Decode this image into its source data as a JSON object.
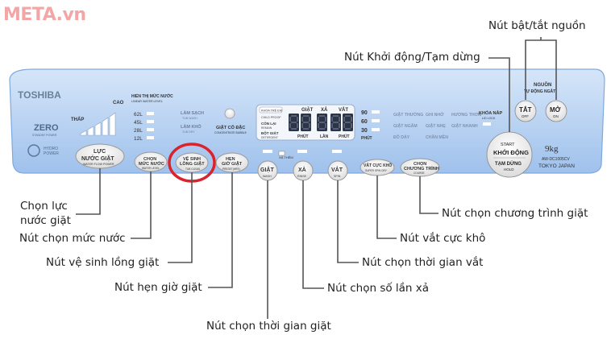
{
  "watermark": {
    "text": "META.vn"
  },
  "panel": {
    "brand": "TOSHIBA",
    "zero_logo": "ZERO",
    "zero_sub": "STANDBY POWER",
    "hydro_top": "HYDRO",
    "hydro_bottom": "POWER",
    "low": "THẤP",
    "high": "CAO",
    "water_title": "HIỂN THỊ MỨC NƯỚC",
    "water_sub": "LINEAR WATER LEVEL",
    "water_levels": [
      "62L",
      "45L",
      "28L",
      "12L"
    ],
    "left_labels": {
      "clean": "LÀM SẠCH",
      "clean_sub": "TUB WASH",
      "dry": "LÀM KHÔ",
      "dry_sub": "TUB DRY"
    },
    "concentrate": "GIẶT CÔ ĐẶC",
    "concentrate_sub": "CONCENTRATE BUBBLE",
    "display_tags": {
      "child": "KHÓA TRẺ EM",
      "child_sub": "CHILD PROOF",
      "remain": "CÒN LẠI",
      "remain_sub": "REMAIN",
      "detergent": "ĐỘT GIẶT",
      "detergent_sub": "DETERGENT"
    },
    "display_headers": {
      "wash": "GIẶT",
      "rinse": "XẢ",
      "spin": "VẮT"
    },
    "display_bottom": {
      "min": "PHÚT",
      "times": "LẦN",
      "min2": "PHÚT"
    },
    "temp": [
      "90",
      "60",
      "30"
    ],
    "temp_unit": "PHÚT",
    "programs_col1": [
      "GIẶT THƯỜNG",
      "GIẶT NGÂM",
      "ĐỒ DÀY"
    ],
    "programs_col2": [
      "GHI NHỚ",
      "GIẶT NHẸ",
      "CHĂN MỀN"
    ],
    "programs_col3": [
      "HƯƠNG THƠM",
      "GIẶT NHANH"
    ],
    "lock_title": "KHÓA NẮP",
    "lock_sub": "LID LOCK",
    "power_label": "NGUỒN",
    "power_sub": "TỰ ĐỘNG NGẮT",
    "off_btn": "TẮT",
    "off_sub": "OFF",
    "on_btn": "MỞ",
    "on_sub": "ON",
    "start_top": "START",
    "start_main": "KHỞI ĐỘNG",
    "start_pause": "TẠM DỪNG",
    "start_hold": "HOLD",
    "capacity": "9kg",
    "model": "AW-DC1005CV",
    "origin": "TOKYO JAPAN",
    "rinse_extra": "XẢ THÊM",
    "buttons": {
      "flow": [
        "LỰC",
        "NƯỚC GIẶT"
      ],
      "flow_sub": "WATER FLOW POWER",
      "level": [
        "CHỌN",
        "MỨC NƯỚC"
      ],
      "level_sub": "WATER LEVEL",
      "tubclean": [
        "VỆ SINH",
        "LỒNG GIẶT"
      ],
      "tubclean_sub": "TUB CLEAN",
      "timer": [
        "HẸN",
        "GIỜ GIẶT"
      ],
      "timer_sub": "PRESET(HRS)",
      "wash": "GIẶT",
      "wash_sub": "WASH",
      "rinse": "XẢ",
      "rinse_sub": "RINSE",
      "spin": "VẮT",
      "spin_sub": "SPIN",
      "superspin": "VẮT CỰC KHÔ",
      "superspin_sub": "SUPER SPIN DRY",
      "course": [
        "CHỌN",
        "CHƯƠNG TRÌNH"
      ],
      "course_sub": "COURSE"
    }
  },
  "callouts": {
    "power": "Nút bật/tắt nguồn",
    "start": "Nút Khởi động/Tạm dừng",
    "flow": [
      "Chọn lực",
      "nước giặt"
    ],
    "level": "Nút chọn mức nước",
    "tubclean": "Nút vệ sinh lồng giặt",
    "timer": "Nút hẹn giờ giặt",
    "washtime": "Nút chọn thời gian giặt",
    "rinse": "Nút chọn số lần xả",
    "spintime": "Nút chọn thời gian vắt",
    "superspin": "Nút vắt cực khô",
    "course": "Nút chọn chương trình giặt"
  },
  "colors": {
    "panel": "#b8d3f2",
    "panel_edge": "#7fa9dd",
    "button": "#e9e9e9",
    "highlight": "#d9232d",
    "line": "#555555",
    "watermark": "#f4a5a5"
  }
}
